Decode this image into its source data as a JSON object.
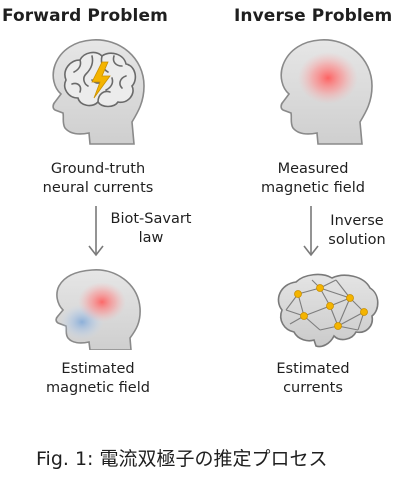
{
  "columns": {
    "forward": {
      "heading": "Forward Problem",
      "top_label": [
        "Ground-truth",
        "neural currents"
      ],
      "step_label": [
        "Biot-Savart",
        "law"
      ],
      "bottom_label": [
        "Estimated",
        "magnetic field"
      ]
    },
    "inverse": {
      "heading": "Inverse Problem",
      "top_label": [
        "Measured",
        "magnetic field"
      ],
      "step_label": [
        "Inverse",
        "solution"
      ],
      "bottom_label": [
        "Estimated",
        "currents"
      ]
    }
  },
  "caption": {
    "prefix": "Fig. 1:",
    "text": "電流双極子の推定プロセス"
  },
  "icons": {
    "forward_top": "brain-lightning-icon",
    "forward_bottom": "head-magnetic-field-icon",
    "inverse_top": "head-magnetic-field-icon",
    "inverse_bottom": "brain-network-icon"
  },
  "colors": {
    "head_fill": "#dcdcdc",
    "head_outline": "#8a8a8a",
    "field_red": "#ff6b6b",
    "field_blue": "#8fb4dc",
    "lightning": "#f4b400",
    "node": "#f4b400",
    "arrow": "#7a7a7a"
  }
}
